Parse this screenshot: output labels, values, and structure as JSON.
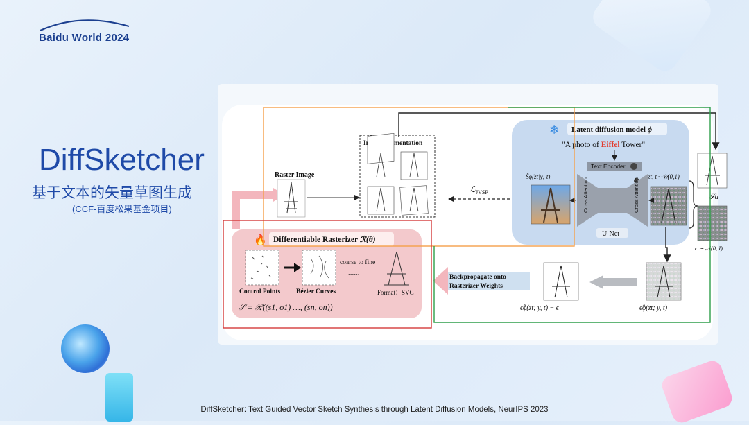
{
  "brand": {
    "text": "Baidu World 2024"
  },
  "slide": {
    "title": "DiffSketcher",
    "subtitle": "基于文本的矢量草图生成",
    "subnote": "(CCF-百度松果基金项目)",
    "citation": "DiffSketcher: Text Guided Vector Sketch Synthesis through Latent Diffusion Models, NeurIPS 2023"
  },
  "diagram": {
    "raster_image": "Raster Image",
    "image_augmentation": "Image Augmentation",
    "loss": "ℒ",
    "loss_sub": "JVSP",
    "ldm_title": "Latent diffusion model ",
    "ldm_phi": "ϕ",
    "prompt_pre": "\"A photo of ",
    "prompt_word": "Eiffel",
    "prompt_post": " Tower\"",
    "text_encoder": "Text Encoder",
    "cross_attention": "Cross Attention",
    "unet": "U-Net",
    "s_hat": "Ŝϕ(zt|y; t)",
    "zt": "zt, t∼𝒰(0,1)",
    "s_a": "𝒮a",
    "epsilon": "ϵ ∼ 𝒩(0, I)",
    "rasterizer_title": "Differentiable Rasterizer ",
    "rasterizer_func": "ℛ(θ)",
    "control_points": "Control Points",
    "bezier": "Bézier Curves",
    "coarse_to_fine": "coarse to fine",
    "dots": "......",
    "format": "Format：SVG",
    "formula": "𝒮 = ℛ((s1, o1) …, (sn, on))",
    "backprop_1": "Backpropagate onto",
    "backprop_2": "Rasterizer Weights",
    "eps_minus": "ϵ̂ϕ(zt; y, t) − ϵ",
    "eps_hat": "ϵ̂ϕ(zt; y, t)"
  },
  "colors": {
    "accent_blue": "#1f4aa8",
    "orange_box": "#f5a04a",
    "green_box": "#2e9e4a",
    "red_box": "#d43a3a",
    "eiffel_red": "#e23b2e"
  },
  "icons": [
    "snowflake-icon",
    "flame-icon",
    "lock-icon",
    "eiffel-tower-icon"
  ]
}
